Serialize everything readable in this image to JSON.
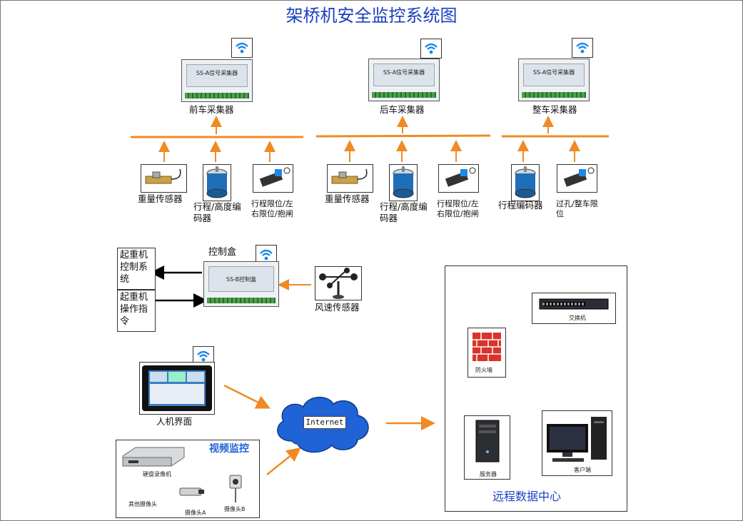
{
  "title": "架桥机安全监控系统图",
  "collectors": {
    "front": "前车采集器",
    "rear": "后车采集器",
    "whole": "整车采集器",
    "panel_text": "SS-A信号采集器"
  },
  "sensors": {
    "weight1": "重量传感器",
    "encoder1": "行程/高度编码器",
    "limit1": "行程限位/左右限位/抱闸",
    "weight2": "重量传感器",
    "encoder2": "行程/高度编码器",
    "limit2": "行程限位/左右限位/抱闸",
    "encoder3": "行程编码器",
    "limit3": "过孔/整车限位"
  },
  "control": {
    "box_label": "控制盒",
    "box_panel": "SS-B控制盒",
    "crane_control": "起重机控制系统",
    "crane_operation": "起重机操作指令",
    "wind": "风速传感器"
  },
  "hmi": {
    "label": "人机界面"
  },
  "internet": {
    "label": "Internet"
  },
  "video": {
    "title": "视频监控",
    "dvr": "硬盘录像机",
    "other_cam": "其他摄像头",
    "cam_a": "摄像头A",
    "cam_b": "摄像头B"
  },
  "datacenter": {
    "label": "远程数据中心",
    "switch": "交换机",
    "firewall": "防火墙",
    "server": "服务器",
    "client": "客户端"
  },
  "colors": {
    "orange": "#f08a24",
    "title_blue": "#1a3fbf",
    "wifi_blue": "#1e88e5",
    "cloud_blue": "#1f63d6"
  }
}
